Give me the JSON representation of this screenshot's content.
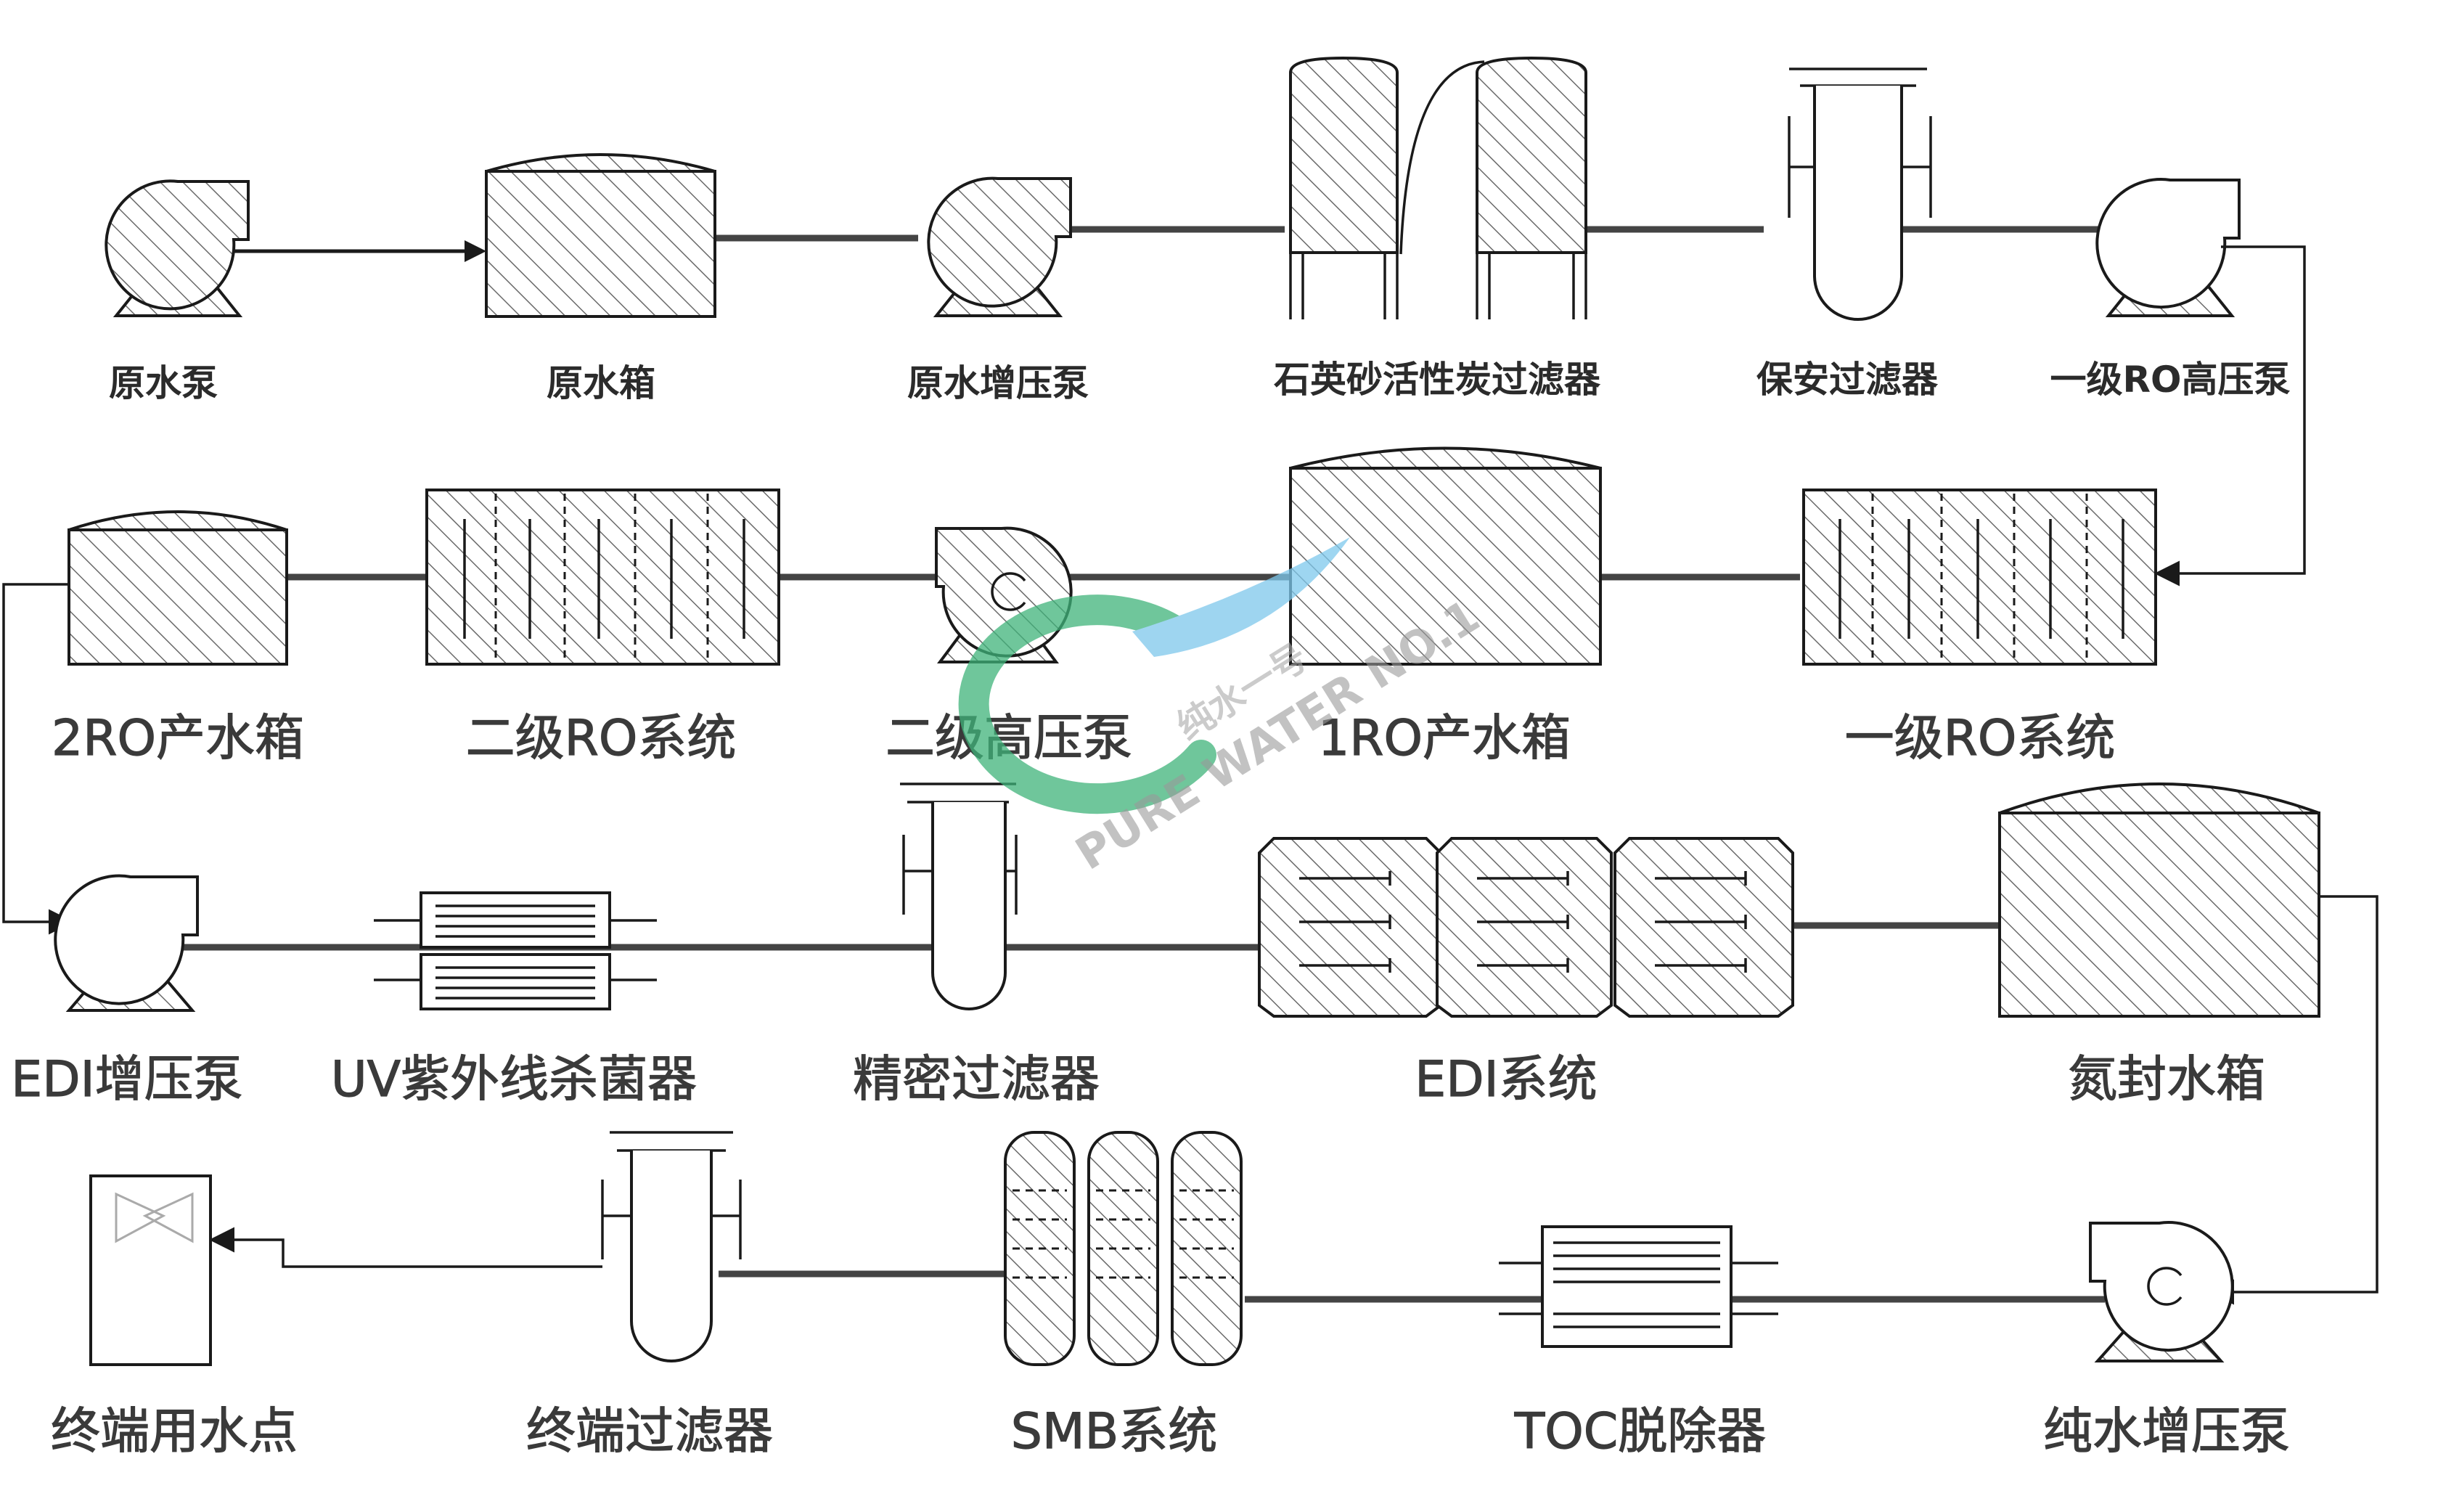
{
  "labels": {
    "raw_pump": "原水泵",
    "raw_tank": "原水箱",
    "raw_booster": "原水增压泵",
    "sand_carbon": "石英砂活性炭过滤器",
    "security_filter": "保安过滤器",
    "ro1_hp_pump": "一级RO高压泵",
    "ro2_tank": "2RO产水箱",
    "ro2_system": "二级RO系统",
    "ro2_hp_pump": "二级高压泵",
    "ro1_tank": "1RO产水箱",
    "ro1_system": "一级RO系统",
    "edi_booster": "EDI增压泵",
    "uv_sterilizer": "UV紫外线杀菌器",
    "precision_filter": "精密过滤器",
    "edi_system": "EDI系统",
    "nitrogen_tank": "氮封水箱",
    "end_point": "终端用水点",
    "end_filter": "终端过滤器",
    "smb_system": "SMB系统",
    "toc_remover": "TOC脱除器",
    "pure_booster": "纯水增压泵"
  },
  "watermark": {
    "cn": "纯水一号",
    "en": "PURE WATER NO.1"
  },
  "colors": {
    "pipe": "#444444",
    "outline": "#1a1a1a",
    "watermark_green": "#3fb37a",
    "watermark_blue": "#7ec8ec"
  }
}
